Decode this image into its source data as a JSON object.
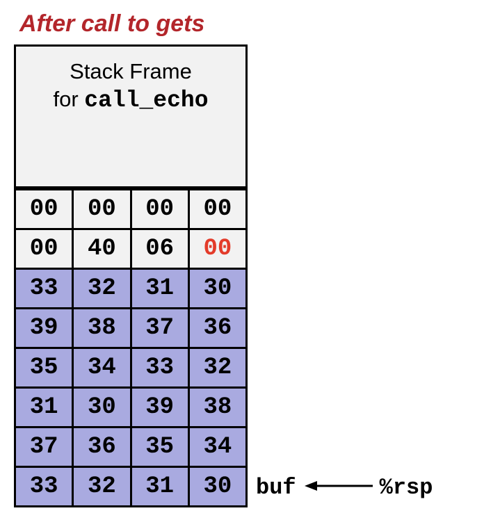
{
  "title": "After call to gets",
  "frame": {
    "line1": "Stack Frame",
    "line2_prefix": "for ",
    "line2_code": "call_echo"
  },
  "rows": [
    {
      "cells": [
        "00",
        "00",
        "00",
        "00"
      ],
      "style": "gray"
    },
    {
      "cells": [
        "00",
        "40",
        "06",
        "00"
      ],
      "style": "gray",
      "highlight_index": 3
    },
    {
      "cells": [
        "33",
        "32",
        "31",
        "30"
      ],
      "style": "blue"
    },
    {
      "cells": [
        "39",
        "38",
        "37",
        "36"
      ],
      "style": "blue"
    },
    {
      "cells": [
        "35",
        "34",
        "33",
        "32"
      ],
      "style": "blue"
    },
    {
      "cells": [
        "31",
        "30",
        "39",
        "38"
      ],
      "style": "blue"
    },
    {
      "cells": [
        "37",
        "36",
        "35",
        "34"
      ],
      "style": "blue"
    },
    {
      "cells": [
        "33",
        "32",
        "31",
        "30"
      ],
      "style": "blue"
    }
  ],
  "pointer": {
    "buf_label": "buf",
    "reg_label": "%rsp"
  },
  "colors": {
    "title": "#b3262b",
    "frame_fill": "#f2f2f2",
    "buffer_fill": "#a9aae0",
    "overwritten_byte": "#e33b2a"
  }
}
